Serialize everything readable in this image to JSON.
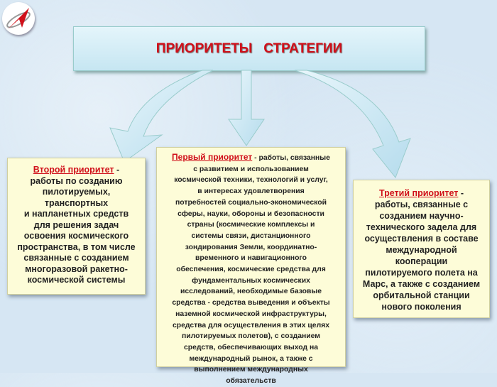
{
  "title": "ПРИОРИТЕТЫ   СТРАТЕГИИ",
  "colors": {
    "accent": "#d0101a",
    "box": "#fdfcd8",
    "header": "#c6e6f2"
  },
  "left": {
    "heading": "Второй приоритет",
    "dash": " -",
    "lines": [
      "работы по созданию",
      "пилотируемых,",
      "транспортных",
      "и напланетных средств",
      "для решения задач",
      "освоения космического",
      "пространства, в том числе",
      "связанные с созданием",
      "многоразовой ракетно-",
      "космической системы"
    ]
  },
  "middle": {
    "heading": "Первый приоритет",
    "first_rest": " - работы, связанные",
    "lines": [
      "с развитием и использованием",
      "космической техники, технологий и услуг,",
      "в интересах удовлетворения",
      "потребностей социально-экономической",
      "сферы, науки, обороны и безопасности",
      "страны (космические комплексы и",
      "системы связи, дистанционного",
      "зондирования Земли, координатно-",
      "временного и навигационного",
      "обеспечения, космические средства для",
      "фундаментальных космических",
      "исследований, необходимые базовые",
      "средства - средства выведения и объекты",
      "наземной космической инфраструктуры,",
      "средства для осуществления в этих целях",
      "пилотируемых полетов), с созданием",
      "средств, обеспечивающих выход на",
      "международный рынок, а также с",
      "выполнением международных",
      "обязательств"
    ]
  },
  "right": {
    "heading": "Третий приоритет",
    "dash": " -",
    "lines": [
      "работы, связанные с",
      "созданием научно-",
      "технического задела для",
      "осуществления в составе",
      "международной",
      "кооперации",
      "пилотируемого полета на",
      "Марс, а также с созданием",
      "орбитальной станции",
      "нового поколения"
    ]
  }
}
